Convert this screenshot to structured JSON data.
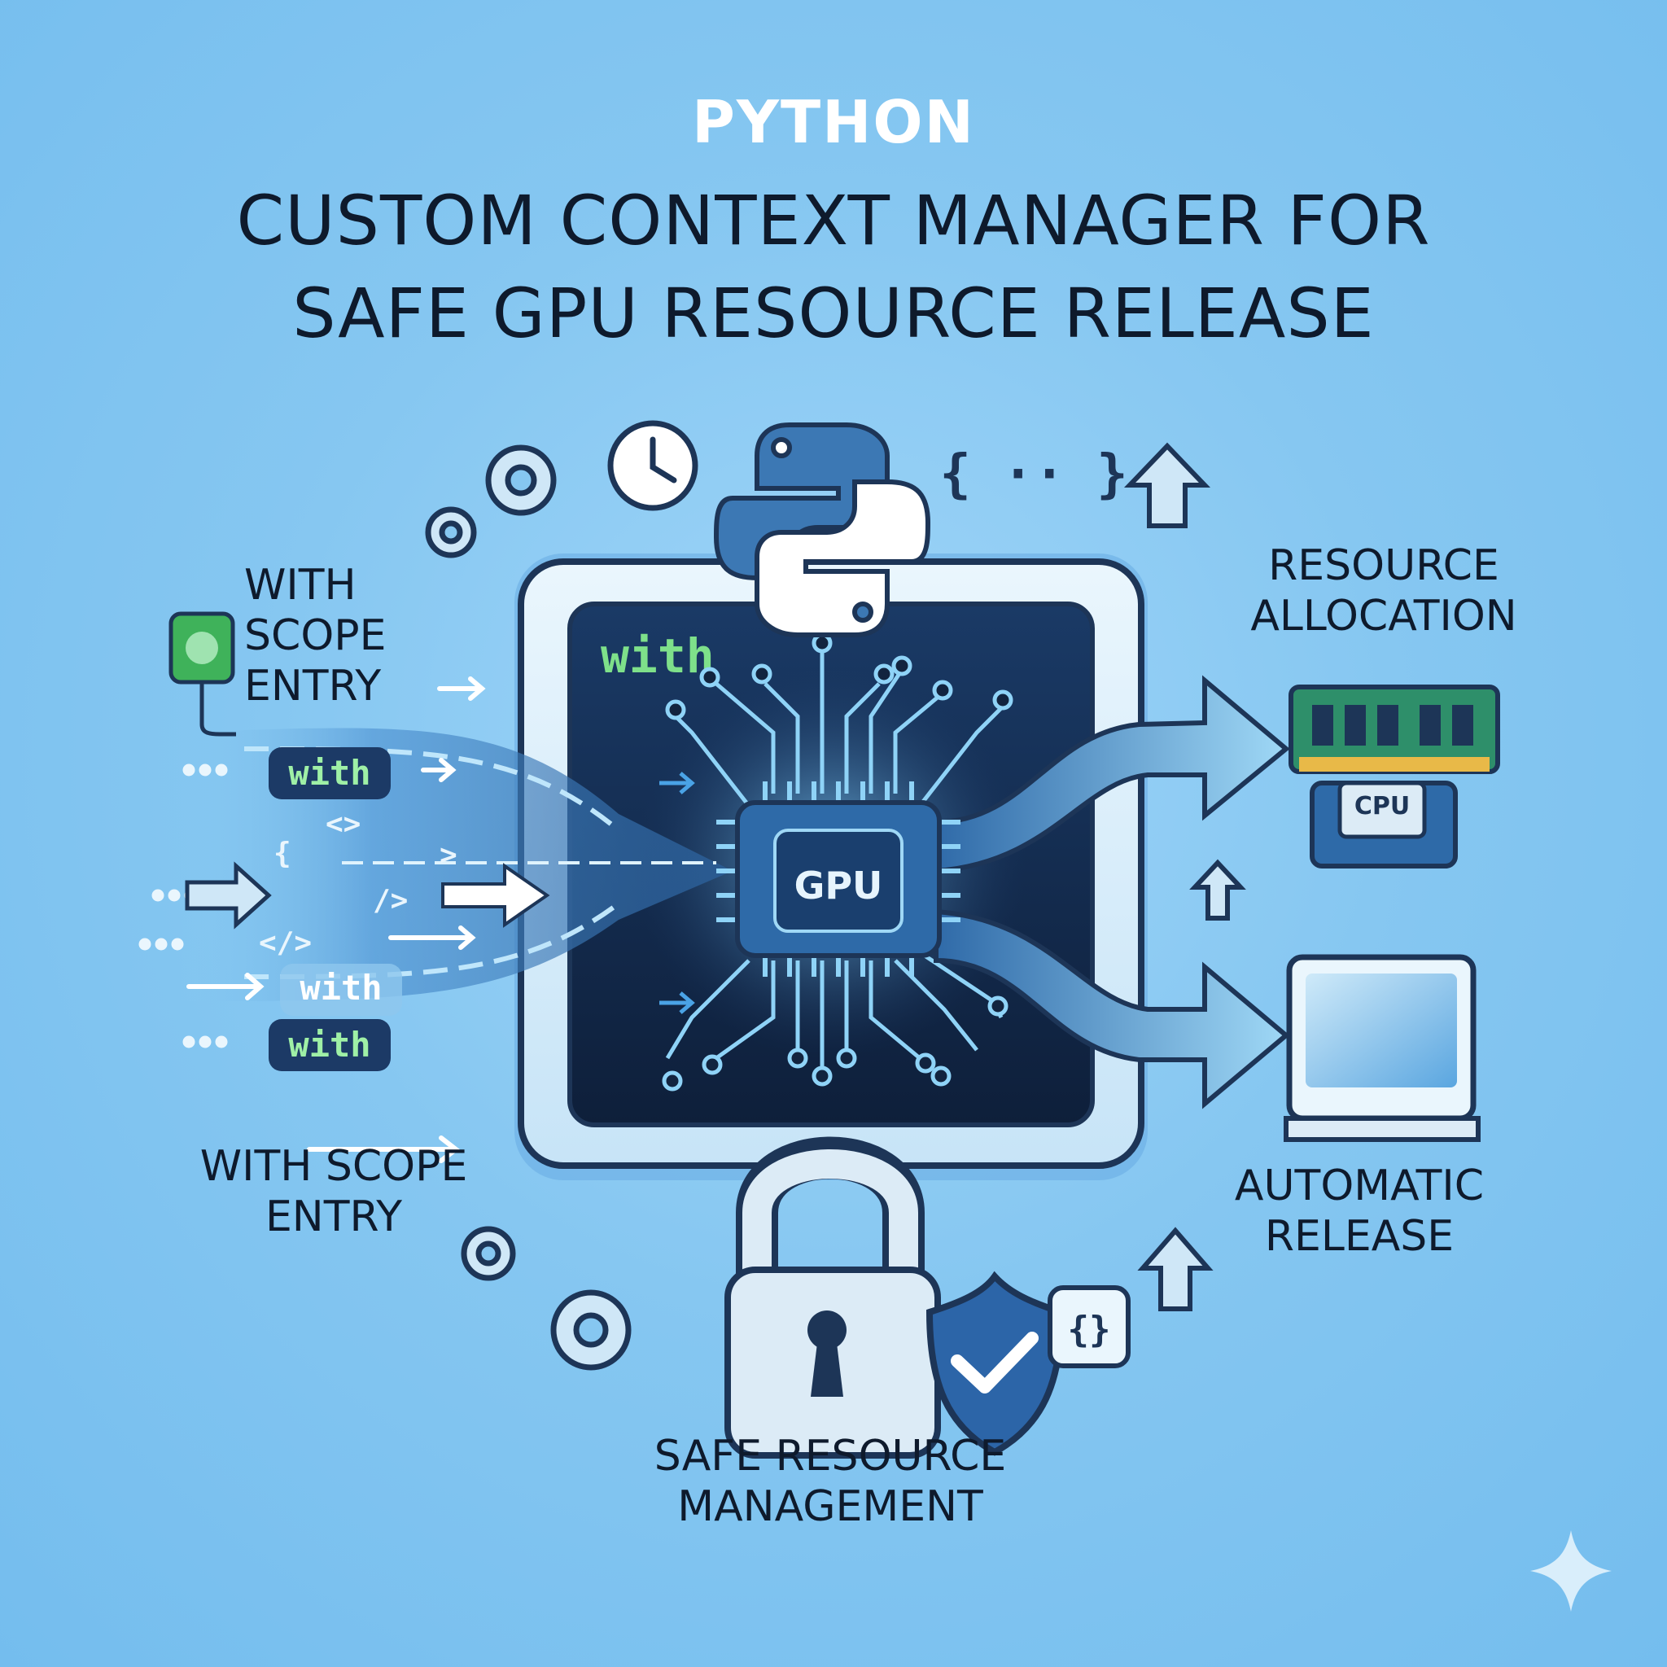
{
  "header": {
    "kicker": "PYTHON",
    "title_line_1": "CUSTOM CONTEXT MANAGER FOR",
    "title_line_2": "SAFE GPU RESOURCE RELEASE"
  },
  "labels": {
    "scope_entry_top": [
      "WITH",
      "SCOPE",
      "ENTRY"
    ],
    "scope_entry_bottom": [
      "WITH SCOPE",
      "ENTRY"
    ],
    "resource_allocation": [
      "RESOURCE",
      "ALLOCATION"
    ],
    "automatic_release": [
      "AUTOMATIC",
      "RELEASE"
    ],
    "safe_resource_management": [
      "SAFE RESOURCE",
      "MANAGEMENT"
    ]
  },
  "panel": {
    "keyword": "with",
    "gpu_label": "GPU"
  },
  "code_stream": {
    "keyword_chip": "with",
    "snippets": [
      "<>",
      "{",
      ">",
      "/>",
      "</>"
    ]
  },
  "devices": {
    "cpu_label": "CPU"
  },
  "icons": {
    "braces_top": "{ ·· }",
    "braces_bottom": "{}"
  },
  "colors": {
    "background": "#86c7f1",
    "panel_dark": "#12243f",
    "accent_green": "#7ee08a",
    "chip_blue": "#3a78b6",
    "outline": "#1d3557"
  }
}
